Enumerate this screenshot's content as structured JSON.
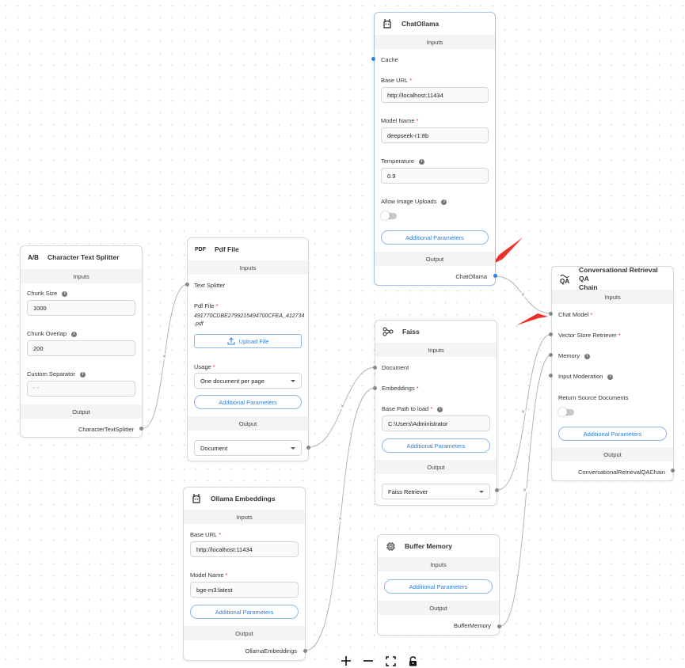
{
  "colors": {
    "accent": "#2f7fd9",
    "required": "#e53935",
    "arrow": "#e8322b",
    "edge": "#b5b5b5"
  },
  "char_splitter": {
    "icon": "ab-split-icon",
    "icon_text": "A/B",
    "title": "Character Text Splitter",
    "inputs_label": "Inputs",
    "chunk_size_label": "Chunk Size",
    "chunk_size_value": "1000",
    "chunk_overlap_label": "Chunk Overlap",
    "chunk_overlap_value": "200",
    "separator_label": "Custom Separator",
    "separator_placeholder": "\" \"",
    "output_label": "Output",
    "output_name": "CharacterTextSplitter"
  },
  "pdf_file": {
    "icon": "pdf-icon",
    "icon_text": "PDF",
    "title": "Pdf File",
    "inputs_label": "Inputs",
    "text_splitter_label": "Text Splitter",
    "pdf_file_label": "Pdf File",
    "file_name_line1": "491770CDBE2799215494700CFEA_412734",
    "file_name_line2": ".pdf",
    "upload_label": "Upload File",
    "usage_label": "Usage",
    "usage_value": "One document per page",
    "additional_label": "Additional Parameters",
    "output_label": "Output",
    "output_value": "Document"
  },
  "chat_ollama": {
    "icon": "ollama-icon",
    "title": "ChatOllama",
    "inputs_label": "Inputs",
    "cache_label": "Cache",
    "base_url_label": "Base URL",
    "base_url_value": "http://localhost:11434",
    "model_name_label": "Model Name",
    "model_name_value": "deepseek-r1:8b",
    "temperature_label": "Temperature",
    "temperature_value": "0.9",
    "image_uploads_label": "Allow Image Uploads",
    "additional_label": "Additional Parameters",
    "output_label": "Output",
    "output_name": "ChatOllama"
  },
  "faiss": {
    "icon": "faiss-icon",
    "title": "Faiss",
    "inputs_label": "Inputs",
    "document_label": "Document",
    "embeddings_label": "Embeddings",
    "base_path_label": "Base Path to load",
    "base_path_value": "C:\\Users\\Administrator",
    "additional_label": "Additional Parameters",
    "output_label": "Output",
    "output_value": "Faiss Retriever"
  },
  "qa_chain": {
    "icon": "qa-chain-icon",
    "icon_text": "QA",
    "title_line1": "Conversational Retrieval QA",
    "title_line2": "Chain",
    "inputs_label": "Inputs",
    "chat_model_label": "Chat Model",
    "vector_store_label": "Vector Store Retriever",
    "memory_label": "Memory",
    "moderation_label": "Input Moderation",
    "return_source_label": "Return Source Documents",
    "additional_label": "Additional Parameters",
    "output_label": "Output",
    "output_name": "ConversationalRetrievalQAChain"
  },
  "ollama_embeddings": {
    "icon": "ollama-icon",
    "title": "Ollama Embeddings",
    "inputs_label": "Inputs",
    "base_url_label": "Base URL",
    "base_url_value": "http://localhost:11434",
    "model_name_label": "Model Name",
    "model_name_value": "bge-m3:latest",
    "additional_label": "Additional Parameters",
    "output_label": "Output",
    "output_name": "OllamaEmbeddings"
  },
  "buffer_memory": {
    "icon": "chip-icon",
    "title": "Buffer Memory",
    "inputs_label": "Inputs",
    "additional_label": "Additional Parameters",
    "output_label": "Output",
    "output_name": "BufferMemory"
  },
  "toolbar": {
    "items": [
      "zoom-in-icon",
      "zoom-out-icon",
      "fit-view-icon",
      "lock-icon"
    ]
  }
}
